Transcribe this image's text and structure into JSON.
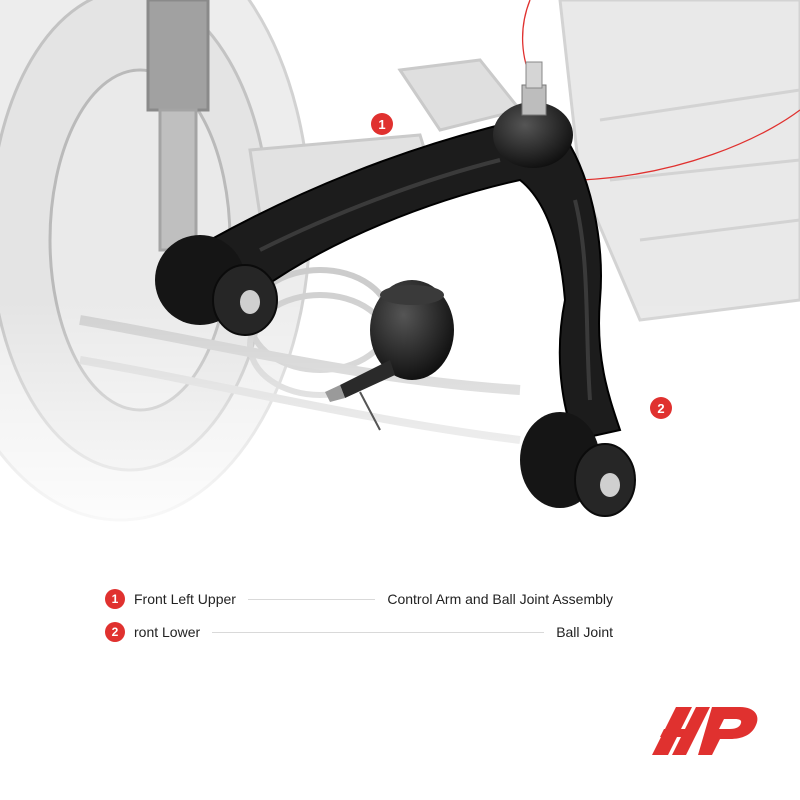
{
  "colors": {
    "accent": "#e0312f",
    "text": "#222222",
    "divider": "#d9d9d9"
  },
  "callouts": [
    {
      "number": "1"
    },
    {
      "number": "2"
    }
  ],
  "legend": [
    {
      "number": "1",
      "left": "Front Left Upper",
      "right": "Control Arm and Ball Joint Assembly"
    },
    {
      "number": "2",
      "left": "ront Lower",
      "right": "Ball Joint"
    }
  ]
}
